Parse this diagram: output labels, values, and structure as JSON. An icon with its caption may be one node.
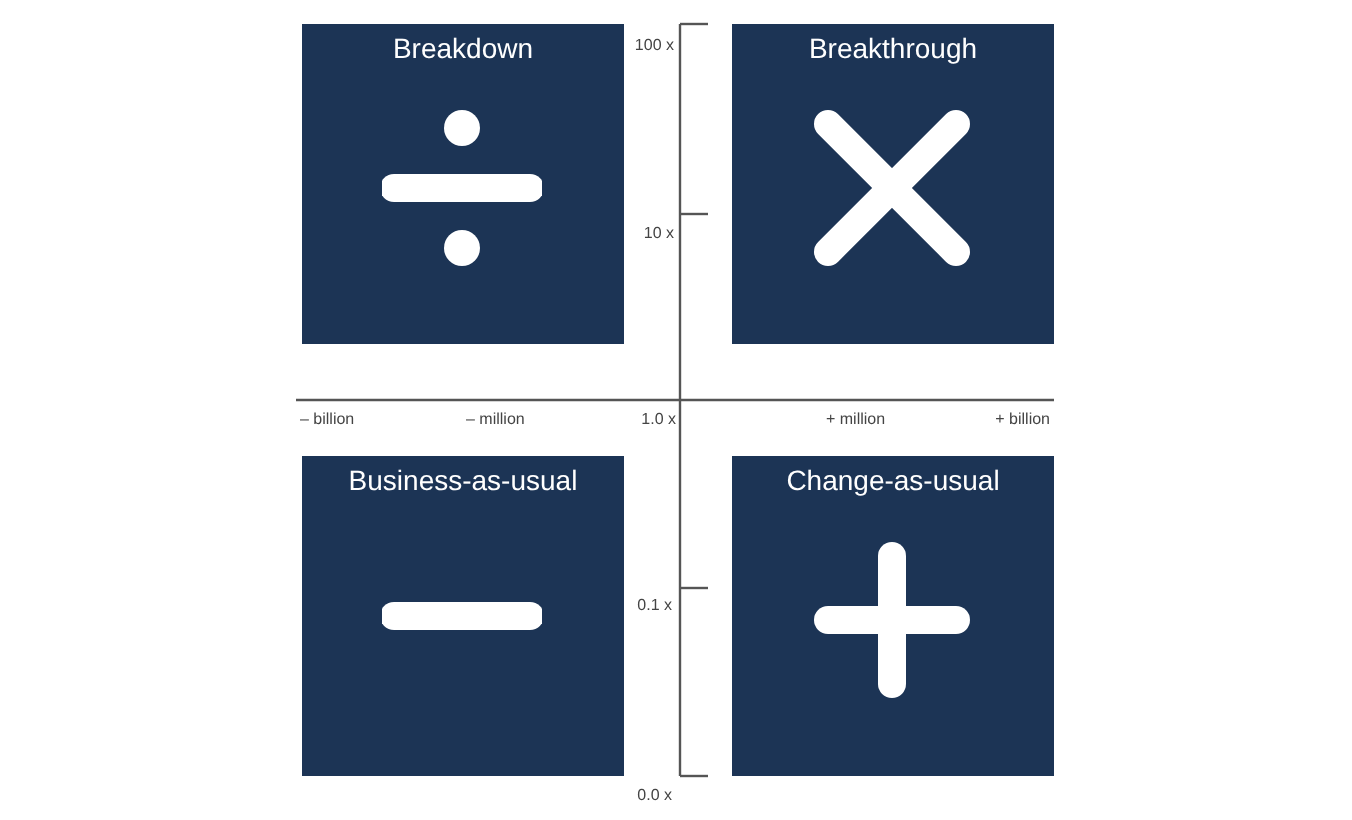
{
  "diagram": {
    "nodes": [
      {
        "text": [
          "Breakdown"
        ]
      },
      {
        "text": [
          "Breakthrough"
        ]
      },
      {
        "text": [
          "Business-as-usual"
        ]
      },
      {
        "text": [
          "Change-as-usual"
        ]
      }
    ],
    "labels": [
      "100 x",
      "10 x",
      "– billion",
      "– million",
      "1.0 x",
      "+ million",
      "+ billion",
      "0.1 x",
      "0.0 x"
    ]
  }
}
